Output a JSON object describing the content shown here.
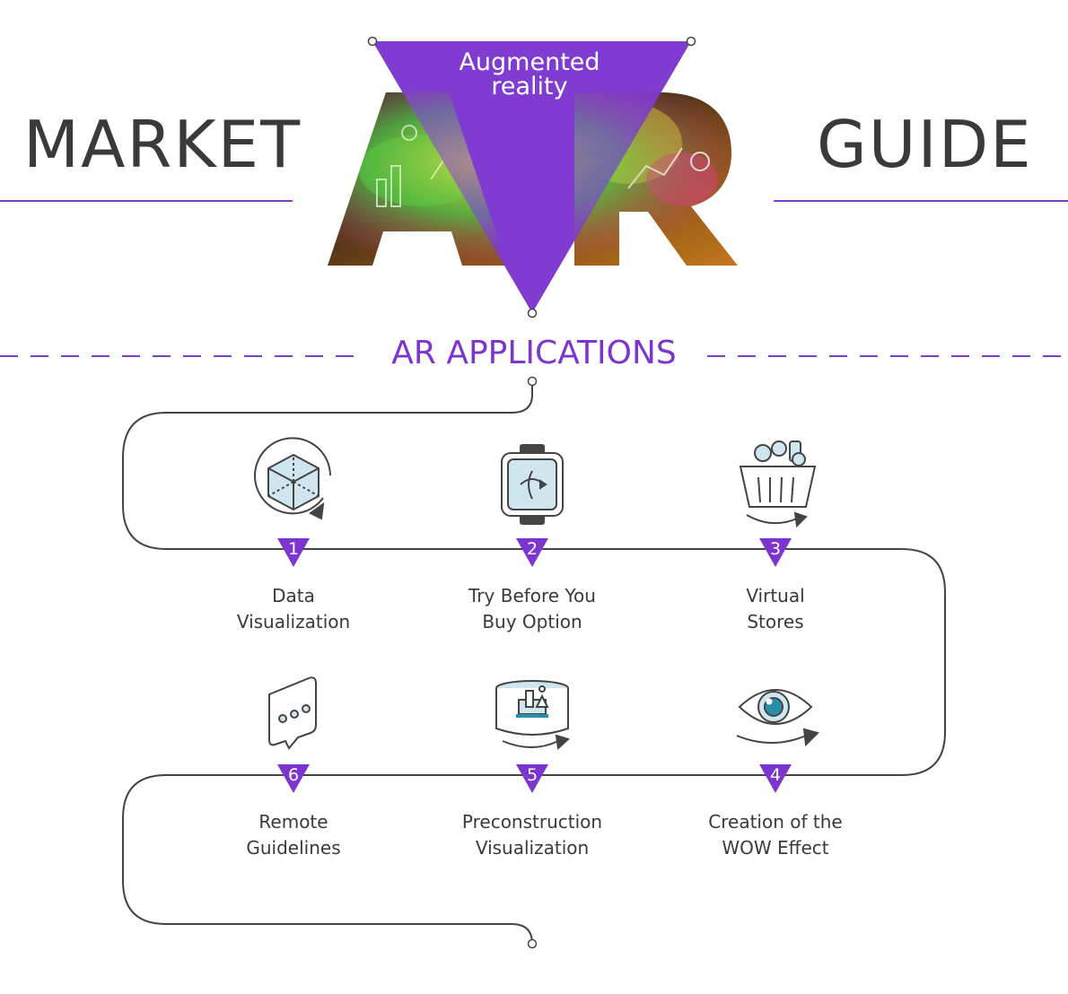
{
  "header": {
    "left_word": "MARKET",
    "right_word": "GUIDE",
    "logo_letters": "AR",
    "triangle_label": "Augmented reality"
  },
  "section": {
    "title": "AR APPLICATIONS"
  },
  "steps": [
    {
      "number": "1",
      "line1": "Data",
      "line2": "Visualization",
      "icon": "cube-rotate-icon"
    },
    {
      "number": "2",
      "line1": "Try Before You",
      "line2": "Buy Option",
      "icon": "smartwatch-icon"
    },
    {
      "number": "3",
      "line1": "Virtual",
      "line2": "Stores",
      "icon": "shopping-basket-icon"
    },
    {
      "number": "4",
      "line1": "Creation of the",
      "line2": "WOW Effect",
      "icon": "eye-icon"
    },
    {
      "number": "5",
      "line1": "Preconstruction",
      "line2": "Visualization",
      "icon": "panorama-city-icon"
    },
    {
      "number": "6",
      "line1": "Remote",
      "line2": "Guidelines",
      "icon": "chat-bubble-icon"
    }
  ],
  "colors": {
    "accent": "#7c36cf",
    "text": "#3a3a3a",
    "line": "#444444",
    "icon_fill": "#cfe6ef",
    "eye_iris": "#2a8fa6"
  }
}
